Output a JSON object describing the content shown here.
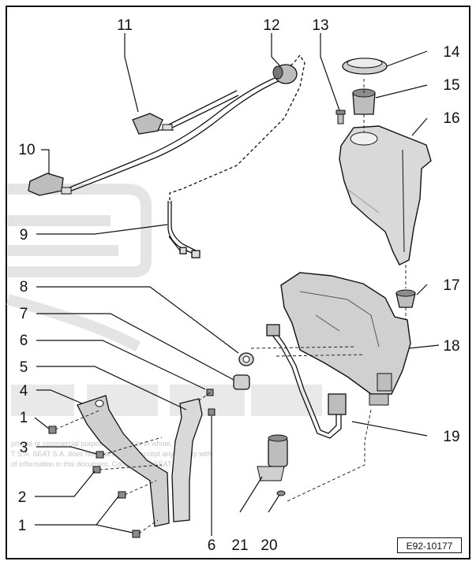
{
  "diagram": {
    "reference_code": "E92-10177",
    "callouts": [
      {
        "id": "c11",
        "text": "11"
      },
      {
        "id": "c12",
        "text": "12"
      },
      {
        "id": "c13",
        "text": "13"
      },
      {
        "id": "c14",
        "text": "14"
      },
      {
        "id": "c15",
        "text": "15"
      },
      {
        "id": "c16",
        "text": "16"
      },
      {
        "id": "c10",
        "text": "10"
      },
      {
        "id": "c9",
        "text": "9"
      },
      {
        "id": "c8",
        "text": "8"
      },
      {
        "id": "c17",
        "text": "17"
      },
      {
        "id": "c7",
        "text": "7"
      },
      {
        "id": "c6a",
        "text": "6"
      },
      {
        "id": "c18",
        "text": "18"
      },
      {
        "id": "c5",
        "text": "5"
      },
      {
        "id": "c4",
        "text": "4"
      },
      {
        "id": "c1a",
        "text": "1"
      },
      {
        "id": "c3",
        "text": "3"
      },
      {
        "id": "c19",
        "text": "19"
      },
      {
        "id": "c2",
        "text": "2"
      },
      {
        "id": "c1b",
        "text": "1"
      },
      {
        "id": "c6b",
        "text": "6"
      },
      {
        "id": "c21",
        "text": "21"
      },
      {
        "id": "c20",
        "text": "20"
      }
    ],
    "watermark": {
      "brand": "SEAT",
      "notice_lines": [
        "private or commercial purposes, in part or in whole, is not",
        "T S.A. SEAT S.A. does not guarantee or accept any liability with",
        "of information in this document. Copyright by SEAT S.A."
      ]
    },
    "colors": {
      "line": "#111111",
      "part_fill": "#d9d9d9",
      "part_dark": "#8c8c8c",
      "watermark": "#e4e4e4"
    }
  }
}
